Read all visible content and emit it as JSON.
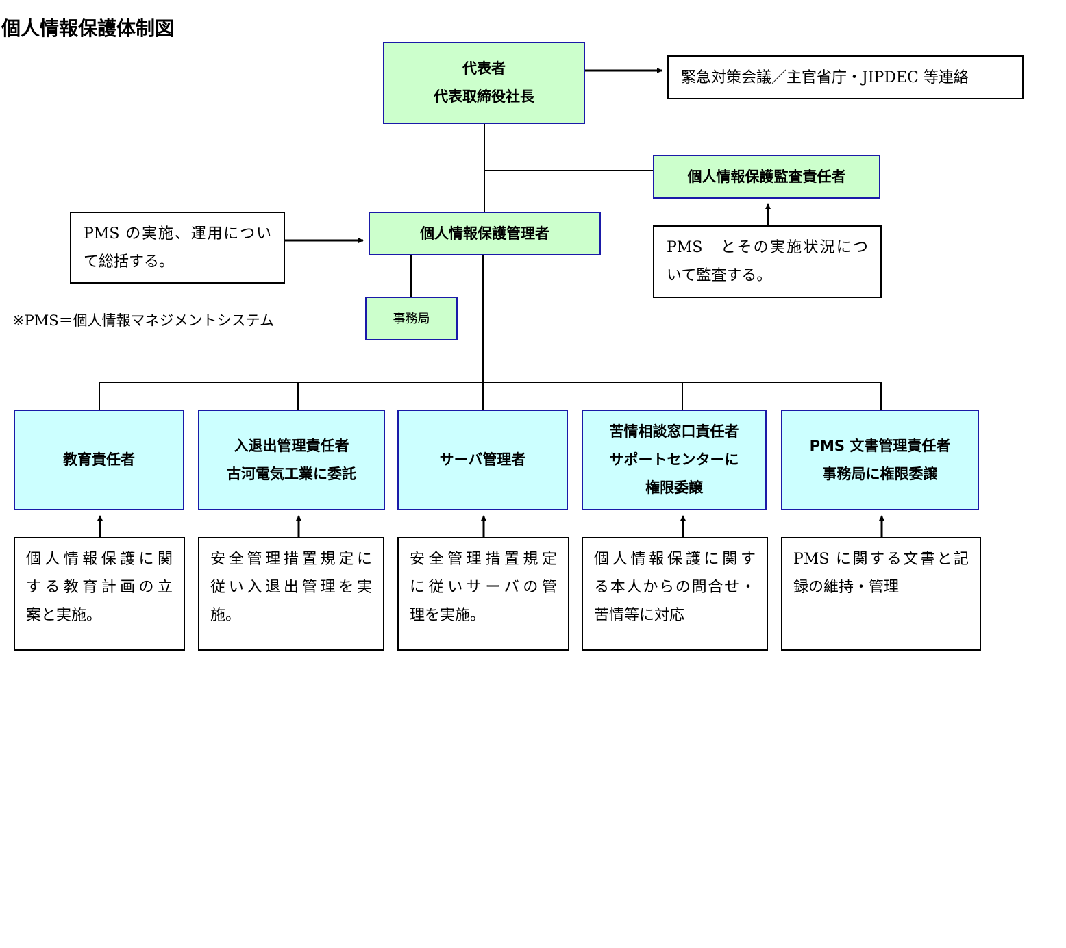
{
  "title": "個人情報保護体制図",
  "legend": "※PMS＝個人情報マネジメントシステム",
  "representative": {
    "lines": [
      "代表者",
      "代表取締役社長"
    ]
  },
  "emergency": "緊急対策会議／主官省庁・JIPDEC 等連絡",
  "auditor": "個人情報保護監査責任者",
  "audit_note": {
    "lines": [
      "PMS　とその実施状況につ",
      "いて監査する。"
    ]
  },
  "manager": "個人情報保護管理者",
  "manager_note": {
    "lines": [
      "PMS の実施、運用につい",
      "て総括する。"
    ]
  },
  "secretariat": "事務局",
  "units": [
    {
      "lines": [
        "教育責任者"
      ],
      "note": [
        "個人情報保護に関",
        "する教育計画の立",
        "案と実施。"
      ]
    },
    {
      "lines": [
        "入退出管理責任者",
        "古河電気工業に委託"
      ],
      "note": [
        "安全管理措置規定に",
        "従い入退出管理を実",
        "施。"
      ]
    },
    {
      "lines": [
        "サーバ管理者"
      ],
      "note": [
        "安全管理措置規定",
        "に従いサーバの管",
        "理を実施。"
      ]
    },
    {
      "lines": [
        "苦情相談窓口責任者",
        "サポートセンターに",
        "権限委譲"
      ],
      "note": [
        "個人情報保護に関す",
        "る本人からの問合せ・",
        "苦情等に対応"
      ]
    },
    {
      "lines": [
        "PMS 文書管理責任者",
        "事務局に権限委譲"
      ],
      "note": [
        "PMS に関する文書と記",
        "録の維持・管理"
      ]
    }
  ],
  "colors": {
    "role_border": "#1a1aa8",
    "green_fill": "#ccffcc",
    "cyan_fill": "#ccffff"
  }
}
